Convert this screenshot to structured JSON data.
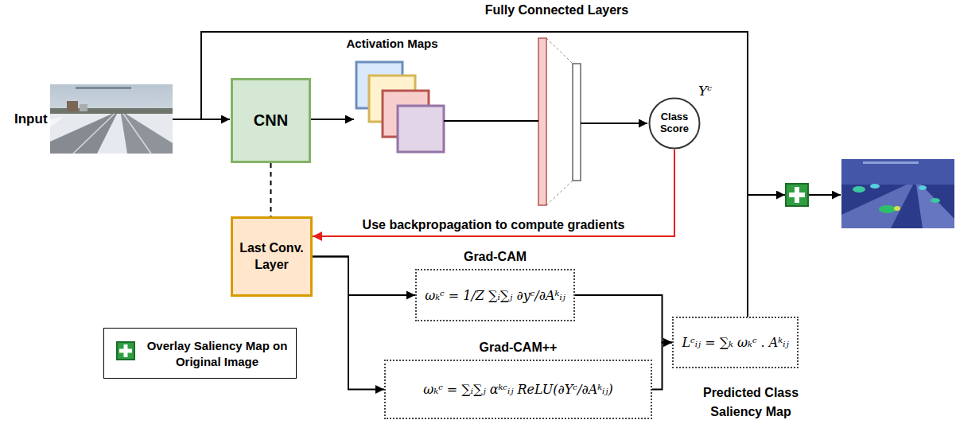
{
  "diagram": {
    "nodes": [
      {
        "text": [
          "CNN"
        ]
      },
      {
        "text": [
          "Class Score"
        ]
      },
      {
        "text": [
          "Last Conv. Layer"
        ]
      },
      {
        "text": [
          "Grad-CAM",
          "ωₖᶜ = 1/Z ∑ᵢ∑ⱼ ∂yᶜ/∂Aᵏᵢⱼ"
        ]
      },
      {
        "text": [
          "Grad-CAM++",
          "ωₖᶜ = ∑ᵢ∑ⱼ αᵏᶜᵢⱼ ReLU(∂Yᶜ/∂Aᵏᵢⱼ)"
        ]
      },
      {
        "text": [
          "Lᶜᵢⱼ = ∑ₖ ωₖᶜ . Aᵏᵢⱼ"
        ]
      }
    ],
    "edges": [
      {
        "from": 0,
        "to": 2,
        "arrow": "none"
      },
      {
        "from": 1,
        "to": 2,
        "label": "Use backpropagation to compute gradients",
        "arrow": "to"
      },
      {
        "from": 2,
        "to": 3,
        "arrow": "to"
      },
      {
        "from": 2,
        "to": 4,
        "arrow": "to"
      },
      {
        "from": 3,
        "to": 5,
        "arrow": "to"
      },
      {
        "from": 4,
        "to": 5,
        "arrow": "to"
      }
    ],
    "labels": [
      "Fully Connected Layers",
      "Input",
      "Activation Maps",
      "Yᶜ",
      "Predicted Class Saliency Map"
    ],
    "legend": [
      {
        "text": "Overlay Saliency Map on Original Image"
      }
    ]
  }
}
